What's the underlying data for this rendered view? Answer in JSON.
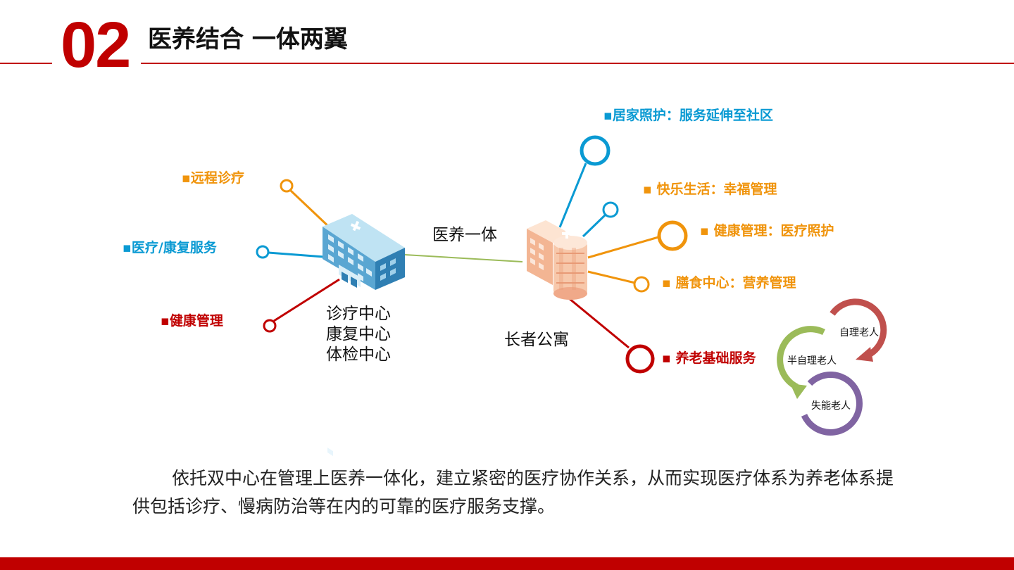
{
  "header": {
    "section_number": "02",
    "title": "医养结合 一体两翼"
  },
  "left_hub": {
    "lines": [
      "诊疗中心",
      "康复中心",
      "体检中心"
    ],
    "branches": [
      {
        "label": "▪远程诊疗",
        "color": "#f0940c"
      },
      {
        "label": "▪医疗/康复服务",
        "color": "#0a9ad3"
      },
      {
        "label": "▪健康管理",
        "color": "#c00000"
      }
    ]
  },
  "link_label": "医养一体",
  "right_hub": {
    "label": "长者公寓",
    "branches": [
      {
        "label": "▪居家照护：服务延伸至社区",
        "color": "#0a9ad3"
      },
      {
        "label": "▪ 快乐生活：幸福管理",
        "color": "#f0940c"
      },
      {
        "label": "▪ 健康管理：医疗照护",
        "color": "#f0940c"
      },
      {
        "label": "▪ 膳食中心：营养管理",
        "color": "#f0940c"
      },
      {
        "label": "▪ 养老基础服务",
        "color": "#c00000"
      }
    ]
  },
  "cycle": {
    "items": [
      {
        "label": "自理老人",
        "color": "#c0504d"
      },
      {
        "label": "半自理老人",
        "color": "#9bbb59"
      },
      {
        "label": "失能老人",
        "color": "#8064a2"
      }
    ]
  },
  "description": "依托双中心在管理上医养一体化，建立紧密的医疗协作关系，从而实现医疗体系为养老体系提供包括诊疗、慢病防治等在内的可靠的医疗服务支撑。"
}
